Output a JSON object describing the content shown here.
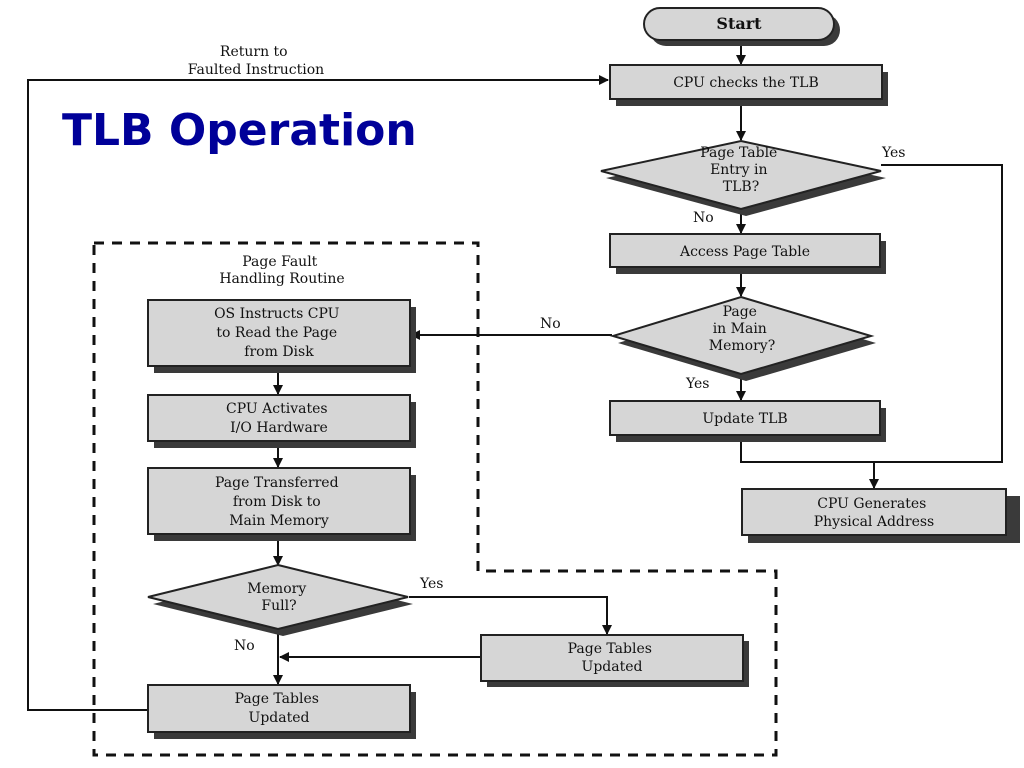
{
  "title": "TLB Operation",
  "nodes": {
    "start": [
      "Start"
    ],
    "cpu_checks_tlb": [
      "CPU checks the TLB"
    ],
    "pte_in_tlb": [
      "Page Table",
      "Entry in",
      "TLB?"
    ],
    "access_page_table": [
      "Access Page Table"
    ],
    "page_in_main_memory": [
      "Page",
      "in Main",
      "Memory?"
    ],
    "update_tlb": [
      "Update TLB"
    ],
    "cpu_generates_physical_address": [
      "CPU Generates",
      "Physical Address"
    ],
    "os_instructs_cpu": [
      "OS Instructs CPU",
      "to Read the Page",
      "from Disk"
    ],
    "cpu_activates_io": [
      "CPU Activates",
      "I/O Hardware"
    ],
    "page_transferred": [
      "Page Transferred",
      "from Disk to",
      "Main Memory"
    ],
    "memory_full": [
      "Memory",
      "Full?"
    ],
    "page_tables_updated_right": [
      "Page Tables",
      "Updated"
    ],
    "page_tables_updated_bottom": [
      "Page Tables",
      "Updated"
    ]
  },
  "region_label": [
    "Page Fault",
    "Handling Routine"
  ],
  "edge_labels": {
    "return_to_faulted": [
      "Return to",
      "Faulted Instruction"
    ],
    "tlb_yes": "Yes",
    "tlb_no": "No",
    "memory_no": "No",
    "memory_yes": "Yes",
    "full_yes": "Yes",
    "full_no": "No"
  }
}
